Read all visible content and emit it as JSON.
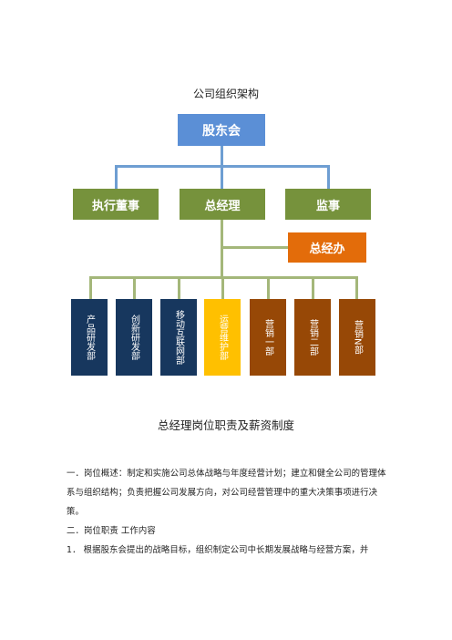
{
  "org_chart": {
    "title": "公司组织架构",
    "top": {
      "label": "股东会",
      "color": "#5b8fd6"
    },
    "level2": [
      {
        "label": "执行董事",
        "color": "#76923c"
      },
      {
        "label": "总经理",
        "color": "#76923c"
      },
      {
        "label": "监事",
        "color": "#76923c"
      }
    ],
    "office": {
      "label": "总经办",
      "color": "#e36c0a"
    },
    "departments": [
      {
        "label": "产品研发部",
        "color": "#17375e"
      },
      {
        "label": "创新研发部",
        "color": "#17375e"
      },
      {
        "label": "移动互联网部",
        "color": "#17375e"
      },
      {
        "label": "运营维护部",
        "color": "#ffc000"
      },
      {
        "label": "营销一部",
        "color": "#974806"
      },
      {
        "label": "营销二部",
        "color": "#974806"
      },
      {
        "label": "营销N部",
        "color": "#974806"
      }
    ]
  },
  "document": {
    "heading": "总经理岗位职责及薪资制度",
    "paragraphs": [
      "一．岗位概述：制定和实施公司总体战略与年度经营计划；建立和健全公司的管理体系与组织结构；负责把握公司发展方向，对公司经营管理中的重大决策事项进行决策。",
      "二．岗位职责 工作内容",
      "1． 根据股东会提出的战略目标，组织制定公司中长期发展战略与经营方案，并"
    ]
  }
}
